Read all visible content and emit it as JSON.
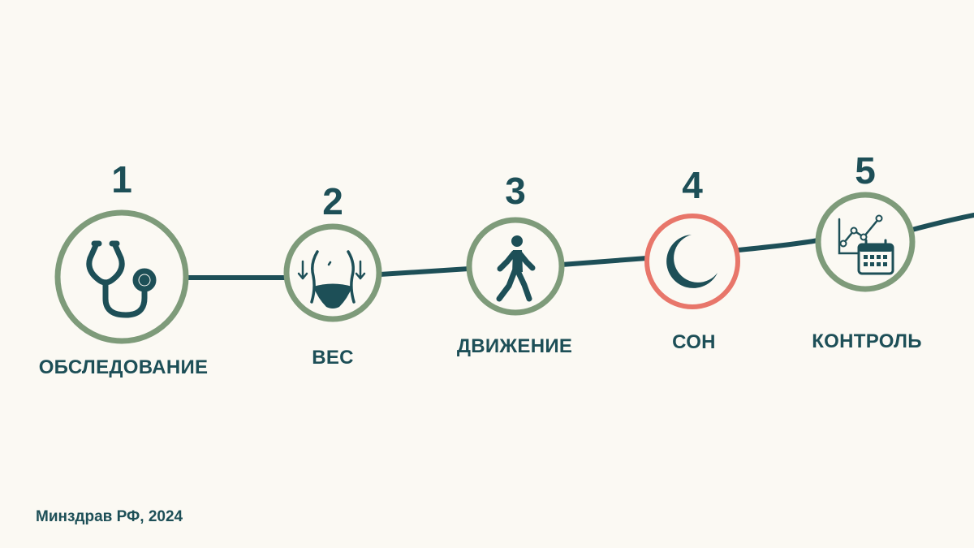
{
  "colors": {
    "background": "#fbf9f3",
    "line": "#1d4f57",
    "ring_default": "#7e9b7a",
    "ring_highlight": "#e8766a",
    "text": "#1d4f57"
  },
  "steps": [
    {
      "number": "1",
      "label": "ОБСЛЕДОВАНИЕ",
      "icon": "stethoscope-icon",
      "ring": "default"
    },
    {
      "number": "2",
      "label": "ВЕС",
      "icon": "waist-weight-icon",
      "ring": "default"
    },
    {
      "number": "3",
      "label": "ДВИЖЕНИЕ",
      "icon": "walking-person-icon",
      "ring": "default"
    },
    {
      "number": "4",
      "label": "СОН",
      "icon": "moon-icon",
      "ring": "highlight"
    },
    {
      "number": "5",
      "label": "КОНТРОЛЬ",
      "icon": "chart-calendar-icon",
      "ring": "default"
    }
  ],
  "footer": {
    "source": "Минздрав РФ, 2024"
  }
}
